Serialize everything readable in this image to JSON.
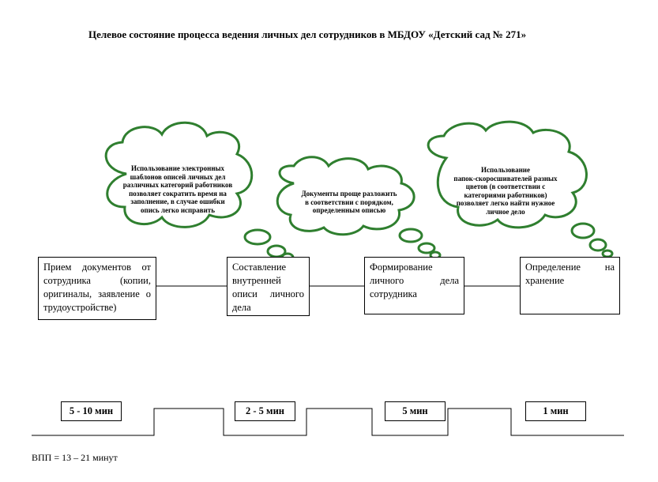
{
  "title": "Целевое состояние процесса ведения личных дел сотрудников в МБДОУ «Детский сад № 271»",
  "steps": [
    {
      "lines": [
        "Прием документов от",
        "сотрудника (копии,",
        "оригиналы, заявление о",
        "трудоустройстве)"
      ]
    },
    {
      "lines": [
        "Составление",
        "внутренней",
        "описи личного",
        "дела"
      ]
    },
    {
      "lines": [
        "Формирование",
        "личного дела",
        "сотрудника"
      ]
    },
    {
      "lines": [
        "Определение на",
        "хранение"
      ]
    }
  ],
  "clouds": [
    {
      "lines": [
        "Использование электронных",
        "шаблонов описей личных дел",
        "различных категорий работников",
        "позволяет сократить время на",
        "заполнение, в случае ошибки",
        "опись легко исправить"
      ]
    },
    {
      "lines": [
        "Документы проще разложить",
        "в соответствии с порядком,",
        "определенным описью"
      ]
    },
    {
      "lines": [
        "Использование",
        "папок-скоросшивателей разных",
        "цветов (в соответствии с",
        "категориями работников)",
        "позволяет легко найти нужное",
        "личное дело"
      ]
    }
  ],
  "times": [
    "5 - 10 мин",
    "2 - 5 мин",
    "5 мин",
    "1 мин"
  ],
  "vpp": "ВПП = 13 – 21 минут"
}
